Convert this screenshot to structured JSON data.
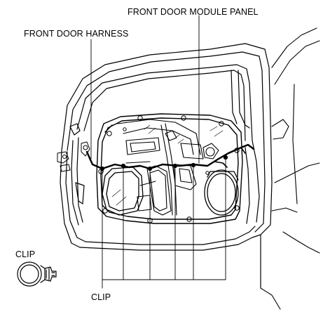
{
  "labels": {
    "module_panel": "FRONT DOOR MODULE PANEL",
    "door_harness": "FRONT DOOR HARNESS",
    "clip_detail": "CLIP",
    "clip_callout": "CLIP"
  },
  "colors": {
    "line": "#000000",
    "background": "#ffffff"
  }
}
